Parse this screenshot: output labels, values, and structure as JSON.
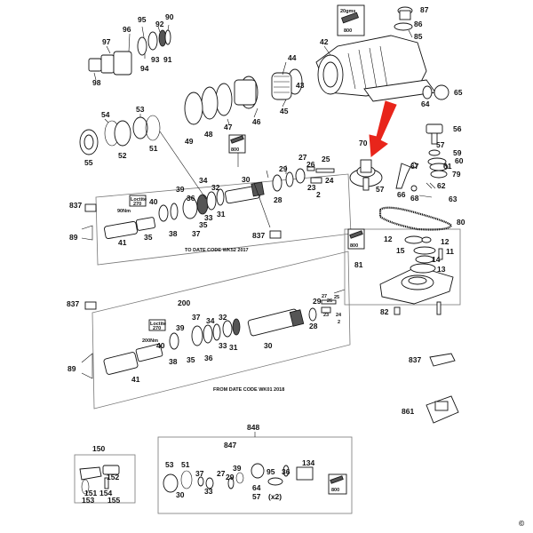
{
  "diagram": {
    "captions": {
      "to_date": "TO DATE CODE WK52 2017",
      "from_date": "FROM DATE CODE WK01 2018",
      "copyright": "©"
    },
    "grease": {
      "amount_label": "20gms",
      "tube_number": "800"
    },
    "small_text": {
      "torque_90": "90Nm",
      "torque_200": "200Nm",
      "loctite": "Loctite",
      "loctite_num": "270",
      "times_two": "(x2)"
    },
    "labels": {
      "n95": "95",
      "n92": "92",
      "n90": "90",
      "n96": "96",
      "n97": "97",
      "n93": "93",
      "n91": "91",
      "n94": "94",
      "n98": "98",
      "n87": "87",
      "n86": "86",
      "n85": "85",
      "n42": "42",
      "n44": "44",
      "n43": "43",
      "n45": "45",
      "n46": "46",
      "n47": "47",
      "n48": "48",
      "n49": "49",
      "n54": "54",
      "n53": "53",
      "n55": "55",
      "n52": "52",
      "n51": "51",
      "n65": "65",
      "n64": "64",
      "n56": "56",
      "n57": "57",
      "n59": "59",
      "n60": "60",
      "n61": "61",
      "n79": "79",
      "n67": "67",
      "n62": "62",
      "n66": "66",
      "n68": "68",
      "n63": "63",
      "n70": "70",
      "n57b": "57",
      "n80": "80",
      "n30": "30",
      "n29": "29",
      "n27": "27",
      "n26": "26",
      "n25": "25",
      "n24": "24",
      "n23": "23",
      "n2": "2",
      "n28": "28",
      "n34": "34",
      "n32": "32",
      "n39": "39",
      "n40": "40",
      "n36": "36",
      "n33": "33",
      "n31": "31",
      "n35": "35",
      "n37": "37",
      "n38": "38",
      "n41": "41",
      "n837a": "837",
      "n89a": "89",
      "n837b": "837",
      "n12a": "12",
      "n12b": "12",
      "n15": "15",
      "n14": "14",
      "n11": "11",
      "n13": "13",
      "n81": "81",
      "n82": "82",
      "n200": "200",
      "n837c": "837",
      "n29b": "29",
      "n28b": "28",
      "n27b": "27",
      "n25b": "25",
      "n26b": "26",
      "n23b": "23",
      "n24b": "24",
      "n2b": "2",
      "n37b": "37",
      "n34b": "34",
      "n32b": "32",
      "n39b": "39",
      "n33b": "33",
      "n31b": "31",
      "n30b": "30",
      "n35b": "35",
      "n40b": "40",
      "n38b": "38",
      "n36b": "36",
      "n41b": "41",
      "n89b": "89",
      "n837d": "837",
      "n861": "861",
      "n848": "848",
      "n847": "847",
      "n53b": "53",
      "n51b": "51",
      "n30c": "30",
      "n37c": "37",
      "n33c": "33",
      "n27c": "27",
      "n29c": "29",
      "n39c": "39",
      "n64b": "64",
      "n57c": "57",
      "n95b": "95",
      "n36c": "36",
      "n134": "134",
      "n150": "150",
      "n151": "151",
      "n152": "152",
      "n154": "154",
      "n153": "153",
      "n155": "155"
    }
  }
}
